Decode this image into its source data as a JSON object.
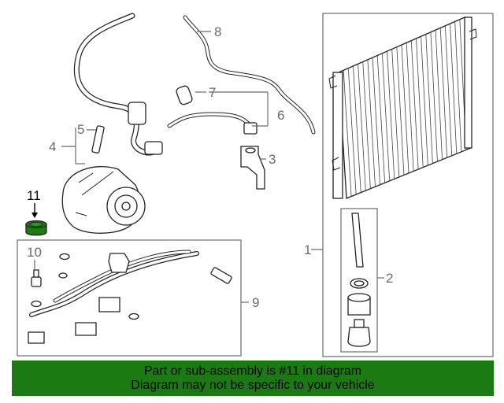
{
  "diagram": {
    "callouts": {
      "c1": "1",
      "c2": "2",
      "c3": "3",
      "c4": "4",
      "c5": "5",
      "c6": "6",
      "c7": "7",
      "c8": "8",
      "c9": "9",
      "c10": "10",
      "c11": "11"
    },
    "highlight_color": "#1b7a12",
    "highlighted_part": "11"
  },
  "banner": {
    "line1": "Part or sub-assembly is #11 in diagram",
    "line2": "Diagram may not be specific to your vehicle",
    "background": "#1b7a12"
  }
}
